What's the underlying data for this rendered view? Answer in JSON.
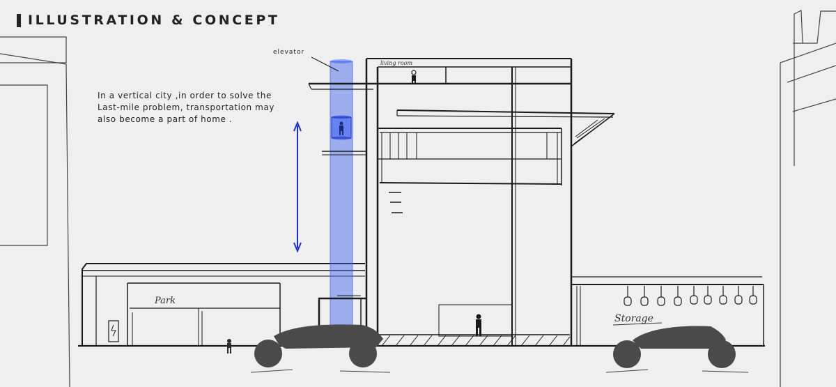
{
  "header": {
    "title": "ILLUSTRATION & CONCEPT"
  },
  "caption": {
    "lines": [
      "In a vertical city ,in order to solve the",
      "Last-mile problem, transportation may",
      "also become a part of home ."
    ]
  },
  "labels": {
    "elevator": "elevator",
    "living_room": "living room",
    "park": "Park",
    "storage": "Storage"
  },
  "colors": {
    "ink": "#1a1a1a",
    "elevator_fill": "#3a5ff0",
    "arrow": "#1b2fd6",
    "vehicle": "#4a4a4a",
    "background": "#efefef"
  }
}
